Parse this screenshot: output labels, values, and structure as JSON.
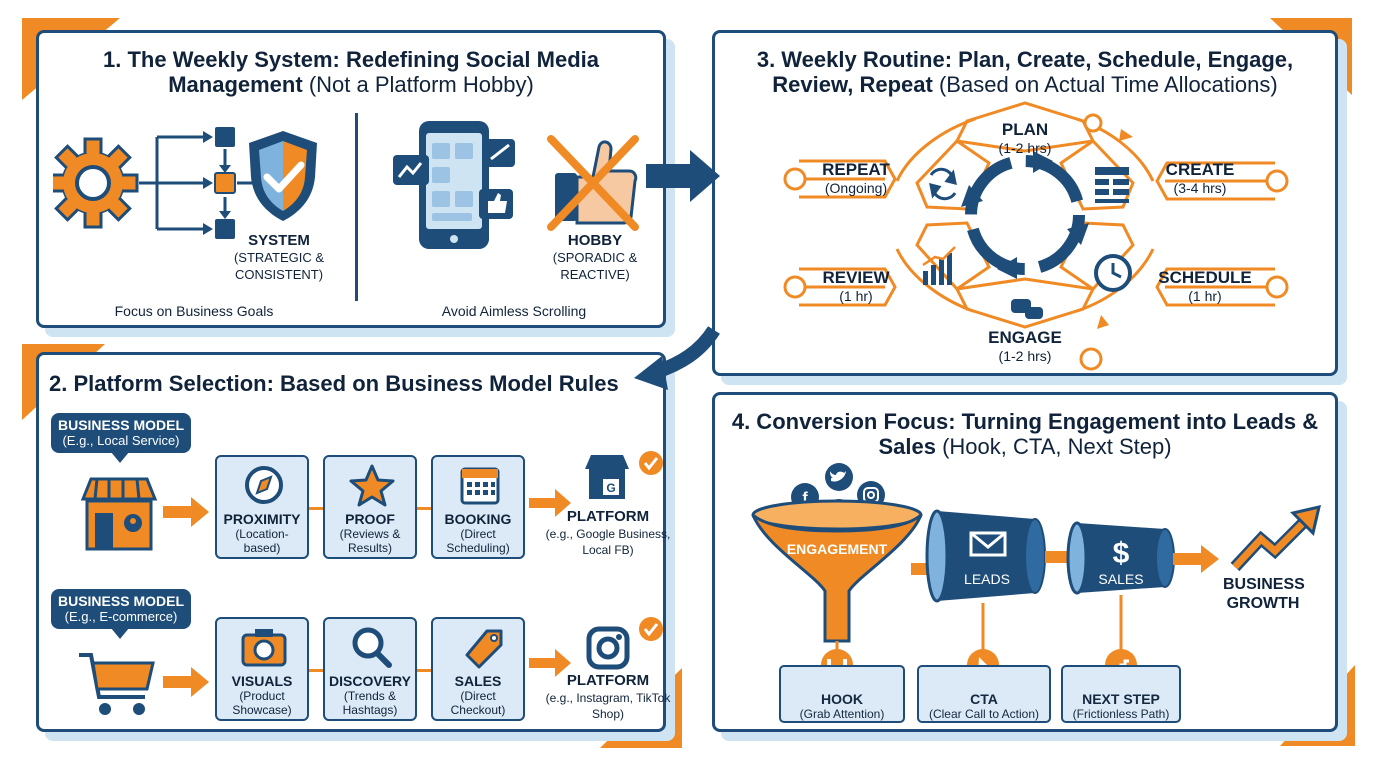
{
  "panel1": {
    "title_bold": "1. The Weekly System: Redefining Social Media Management",
    "title_light": "(Not a Platform Hobby)",
    "system_label": "SYSTEM",
    "system_sub": "(STRATEGIC & CONSISTENT)",
    "hobby_label": "HOBBY",
    "hobby_sub": "(SPORADIC & REACTIVE)",
    "left_caption": "Focus on Business Goals",
    "right_caption": "Avoid Aimless Scrolling"
  },
  "panel2": {
    "title": "2. Platform Selection: Based on Business Model Rules",
    "row1": {
      "model_label": "BUSINESS MODEL",
      "model_example": "(E.g., Local Service)",
      "cards": [
        {
          "title": "PROXIMITY",
          "sub": "(Location-based)",
          "icon": "compass-icon"
        },
        {
          "title": "PROOF",
          "sub": "(Reviews & Results)",
          "icon": "star-icon"
        },
        {
          "title": "BOOKING",
          "sub": "(Direct Scheduling)",
          "icon": "calendar-icon"
        }
      ],
      "platform_label": "PLATFORM",
      "platform_sub": "(e.g., Google Business, Local FB)"
    },
    "row2": {
      "model_label": "BUSINESS MODEL",
      "model_example": "(E.g., E-commerce)",
      "cards": [
        {
          "title": "VISUALS",
          "sub": "(Product Showcase)",
          "icon": "camera-icon"
        },
        {
          "title": "DISCOVERY",
          "sub": "(Trends & Hashtags)",
          "icon": "magnifier-icon"
        },
        {
          "title": "SALES",
          "sub": "(Direct Checkout)",
          "icon": "tag-icon"
        }
      ],
      "platform_label": "PLATFORM",
      "platform_sub": "(e.g., Instagram, TikTok Shop)"
    }
  },
  "panel3": {
    "title_bold": "3. Weekly Routine: Plan, Create, Schedule, Engage, Review, Repeat",
    "title_light": "(Based on Actual Time Allocations)",
    "steps": {
      "plan": {
        "label": "PLAN",
        "time": "(1-2 hrs)"
      },
      "create": {
        "label": "CREATE",
        "time": "(3-4 hrs)"
      },
      "schedule": {
        "label": "SCHEDULE",
        "time": "(1 hr)"
      },
      "engage": {
        "label": "ENGAGE",
        "time": "(1-2 hrs)"
      },
      "review": {
        "label": "REVIEW",
        "time": "(1 hr)"
      },
      "repeat": {
        "label": "REPEAT",
        "time": "(Ongoing)"
      }
    }
  },
  "panel4": {
    "title_bold": "4. Conversion Focus: Turning Engagement into Leads & Sales",
    "title_light": "(Hook, CTA, Next Step)",
    "funnel_label": "ENGAGEMENT",
    "leads_label": "LEADS",
    "sales_label": "SALES",
    "growth_label": "BUSINESS GROWTH",
    "boxes": [
      {
        "title": "HOOK",
        "sub": "(Grab Attention)",
        "icon": "magnet-icon"
      },
      {
        "title": "CTA",
        "sub": "(Clear Call to Action)",
        "icon": "cursor-click-icon"
      },
      {
        "title": "NEXT STEP",
        "sub": "(Frictionless Path)",
        "icon": "stairs-icon"
      }
    ]
  },
  "colors": {
    "navy": "#1e4d7a",
    "orange": "#f08a24",
    "light_blue": "#dbeaf6",
    "shadow_blue": "#cfe4f3"
  }
}
